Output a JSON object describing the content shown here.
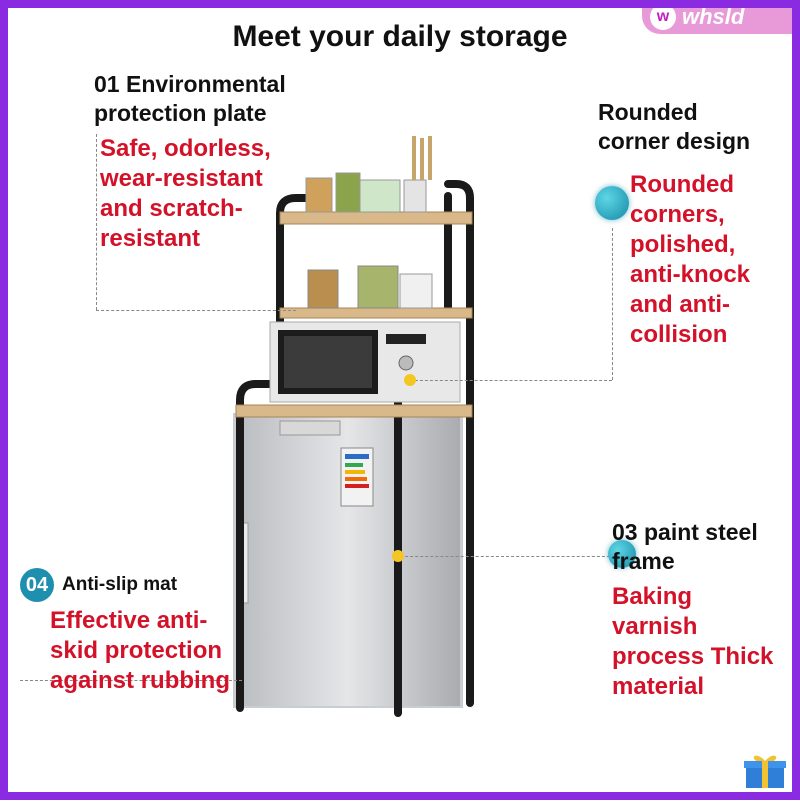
{
  "brand": {
    "mark": "w",
    "name": "whsld"
  },
  "title": "Meet your daily storage",
  "features": {
    "plate": {
      "heading": "01 Environmental protection plate",
      "lines": [
        "01 Environmental",
        "protection plate"
      ],
      "desc": [
        "Safe, odorless,",
        "wear-resistant",
        "and scratch-",
        "resistant"
      ]
    },
    "corner": {
      "lines": [
        "Rounded",
        "corner design"
      ],
      "desc": [
        "Rounded",
        "corners,",
        "polished,",
        "anti-knock",
        "and anti-",
        "collision"
      ]
    },
    "frame": {
      "lines": [
        "03 paint steel",
        "frame"
      ],
      "desc": [
        "Baking",
        "varnish",
        "process Thick",
        "material"
      ]
    },
    "mat": {
      "badge": "04",
      "heading": "Anti-slip mat",
      "desc": [
        "Effective anti-",
        "skid protection",
        "against rubbing"
      ]
    }
  },
  "colors": {
    "red": "#d3122a",
    "teal": "#1f8fb0",
    "yellow": "#f3c623",
    "frame_purple": "#8a2be2"
  }
}
